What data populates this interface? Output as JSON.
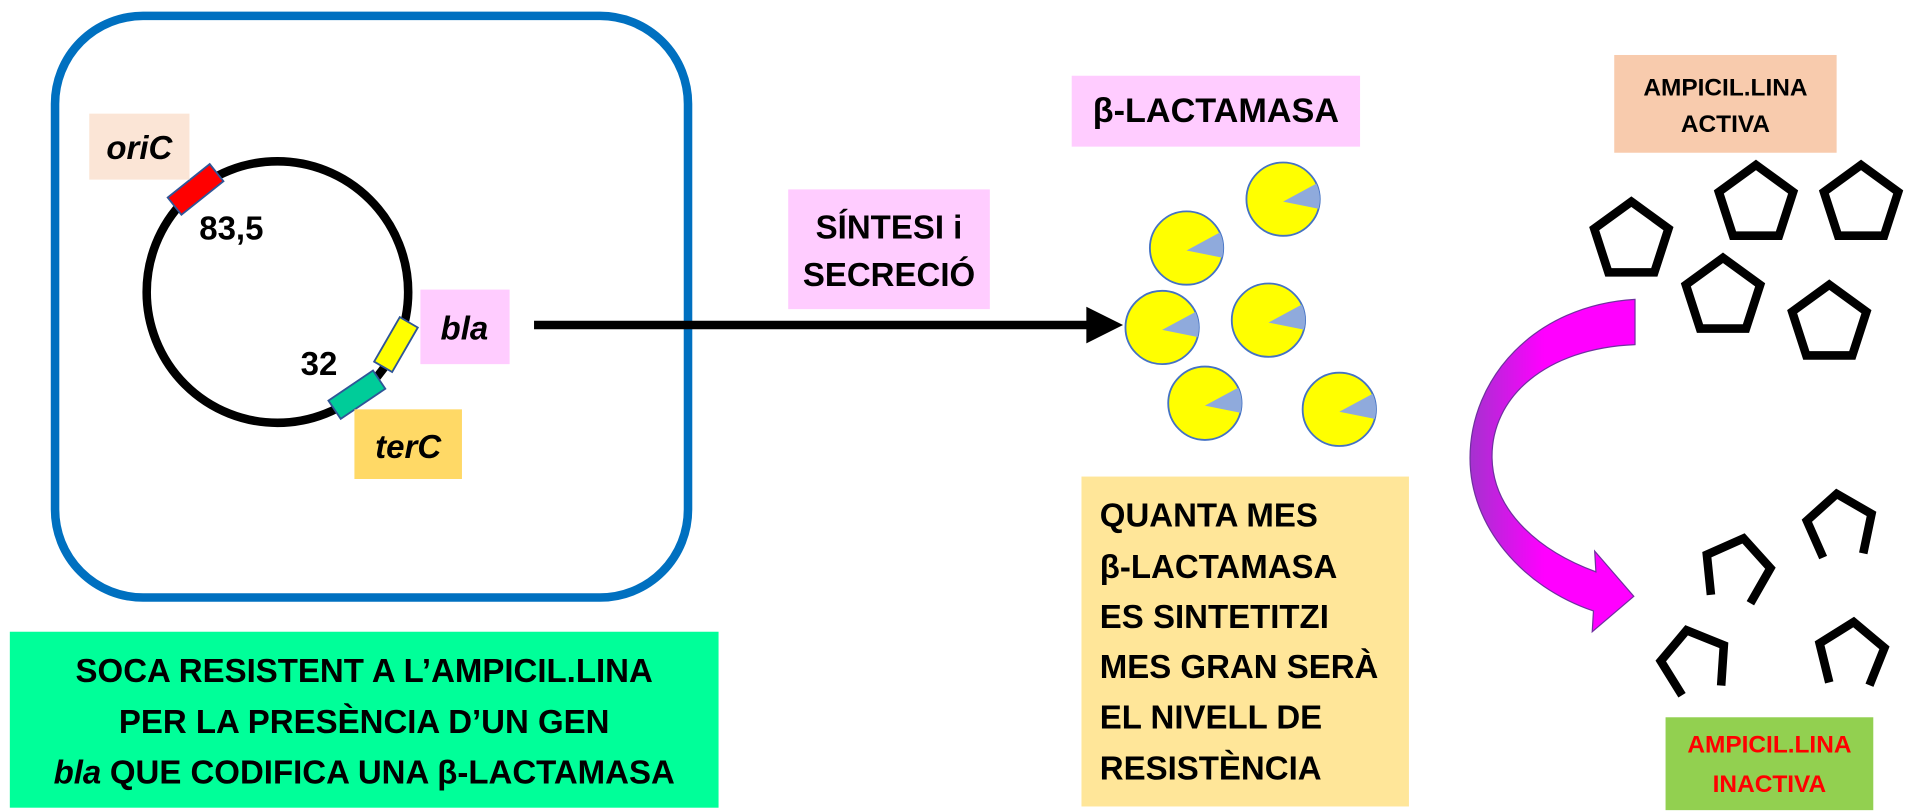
{
  "cell": {
    "oric_label": "oriC",
    "oric_position": "83,5",
    "bla_label": "bla",
    "terc_position": "32",
    "terc_label": "terC"
  },
  "caption": {
    "line1": "SOCA RESISTENT A L’AMPICIL.LINA",
    "line2": "PER LA PRESÈNCIA D’UN GEN",
    "line3_gene": "bla",
    "line3_rest": "QUE CODIFICA UNA β-LACTAMASA"
  },
  "process": {
    "line1": "SÍNTESI i",
    "line2": "SECRECIÓ"
  },
  "enzyme": {
    "label": "β-LACTAMASA"
  },
  "note": {
    "lines": [
      "QUANTA MES",
      "β-LACTAMASA",
      "ES SINTETITZI",
      "MES GRAN SERÀ",
      "EL NIVELL DE",
      "RESISTÈNCIA"
    ]
  },
  "ampicillin_active": {
    "line1": "AMPICIL.LINA",
    "line2": "ACTIVA"
  },
  "ampicillin_inactive": {
    "line1": "AMPICIL.LINA",
    "line2": "INACTIVA"
  },
  "colors": {
    "cell_border": "#0070C0",
    "oric_marker": "#FF0000",
    "bla_marker": "#FFFF00",
    "terc_marker": "#00CC99",
    "enzyme": "#FFFF00",
    "enzyme_site": "#8FAADC",
    "conversion_arrow": "#FF00FF",
    "inactive_label_text": "#FF0000"
  }
}
